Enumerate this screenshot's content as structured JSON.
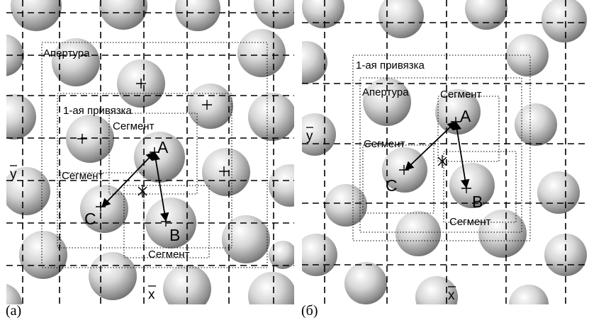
{
  "panels": [
    {
      "caption": "(а)",
      "labels": {
        "aperture": "Апертура",
        "first_binding": "1-ая привязка",
        "segment_1": "Сегмент",
        "segment_2": "Сегмент",
        "segment_3": "Сегмент",
        "point_a": "A",
        "point_b": "B",
        "point_c": "C",
        "y_axis": "y",
        "x_axis": "x"
      }
    },
    {
      "caption": "(б)",
      "labels": {
        "first_binding": "1-ая привязка",
        "aperture": "Апертура",
        "segment_1": "Сегмент",
        "segment_2": "Сегмент",
        "segment_3": "Сегмент",
        "point_a": "A",
        "point_b": "B",
        "point_c": "C",
        "y_axis": "y",
        "x_axis": "x"
      }
    }
  ],
  "colors": {
    "sphere_highlight": "#ffffff",
    "sphere_mid": "#cfcfcf",
    "sphere_shadow": "#7a7a7a",
    "grid_line": "#000000"
  }
}
